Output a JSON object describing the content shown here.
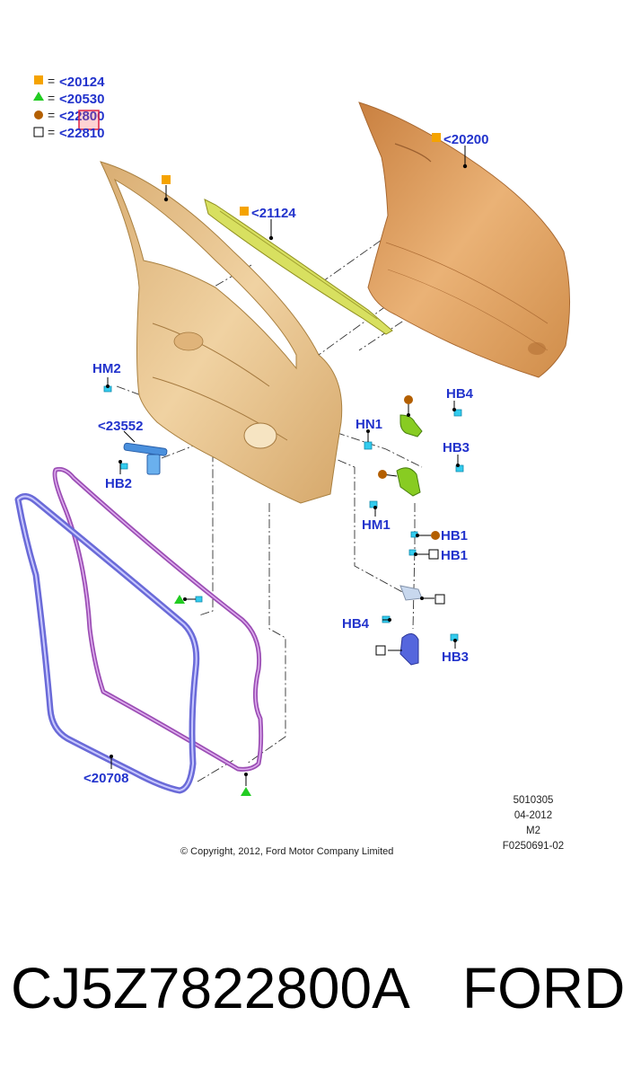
{
  "legend": [
    {
      "shape": "square",
      "color": "#f5a300",
      "label": "<20124"
    },
    {
      "shape": "triangle",
      "color": "#22cc22",
      "label": "<20530"
    },
    {
      "shape": "circle",
      "color": "#b35f00",
      "label": "<22800"
    },
    {
      "shape": "open-square",
      "color": "#000000",
      "label": "<22810"
    }
  ],
  "callouts": {
    "c20200": "<20200",
    "c21124": "<21124",
    "hm2": "HM2",
    "c23552": "<23552",
    "hb2": "HB2",
    "hn1": "HN1",
    "hb4_top": "HB4",
    "hb3_top": "HB3",
    "hm1": "HM1",
    "hb1_a": "HB1",
    "hb1_b": "HB1",
    "hb4_bot": "HB4",
    "hb3_bot": "HB3",
    "c20708": "<20708"
  },
  "meta": {
    "line1": "5010305",
    "line2": "04-2012",
    "line3": "M2",
    "line4": "F0250691-02",
    "copyright": "© Copyright, 2012, Ford Motor Company Limited"
  },
  "footer": {
    "part_number": "CJ5Z7822800A",
    "brand": "FORD"
  },
  "colors": {
    "callout": "#2233cc",
    "outer_panel": "#e0a060",
    "inner_frame": "#e6c28e",
    "reinforcement": "#d8e060",
    "weatherstrip_outer": "#7777dd",
    "weatherstrip_inner": "#a050b8",
    "hinge_green": "#88cc22",
    "hinge_blue": "#5566dd",
    "fastener": "#33ccee"
  }
}
